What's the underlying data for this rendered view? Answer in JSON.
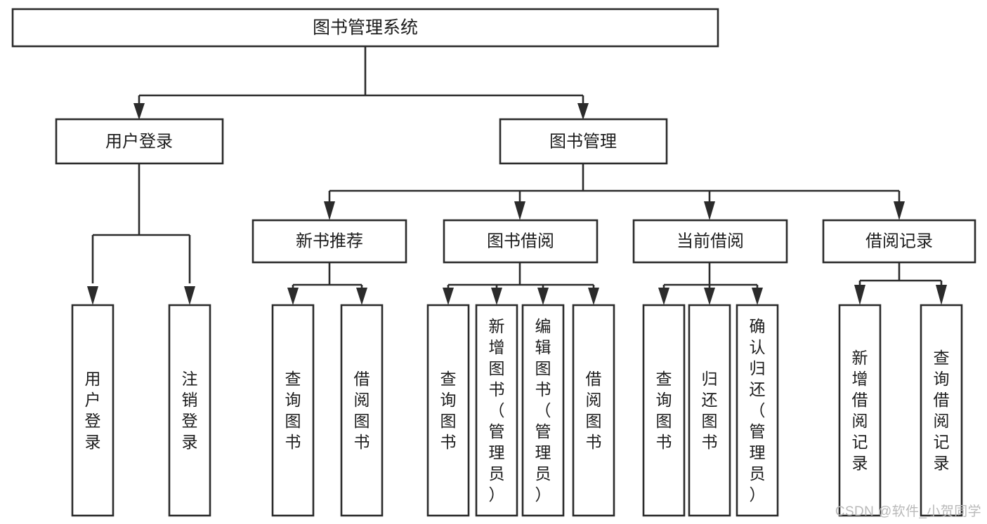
{
  "page": {
    "title": "图书管理系统",
    "watermark": "CSDN @软件_小贺同学",
    "colors": {
      "background": "#ffffff",
      "stroke": "#2b2b2b",
      "text": "#1c1c1c",
      "watermark": "#b9b9b9"
    }
  },
  "diagram": {
    "type": "tree",
    "orientation": "top-down",
    "root": {
      "id": "root",
      "label": "图书管理系统"
    },
    "level2": [
      {
        "id": "user-login",
        "label": "用户登录"
      },
      {
        "id": "book-management",
        "label": "图书管理"
      }
    ],
    "level3": [
      {
        "id": "new-book-recommend",
        "label": "新书推荐",
        "parent": "book-management"
      },
      {
        "id": "book-borrow",
        "label": "图书借阅",
        "parent": "book-management"
      },
      {
        "id": "current-borrow",
        "label": "当前借阅",
        "parent": "book-management"
      },
      {
        "id": "borrow-record",
        "label": "借阅记录",
        "parent": "book-management"
      }
    ],
    "leaves": [
      {
        "id": "leaf-user-login",
        "label": "用户登录",
        "parent": "user-login"
      },
      {
        "id": "leaf-logout-login",
        "label": "注销登录",
        "parent": "user-login"
      },
      {
        "id": "leaf-query-book-1",
        "label": "查询图书",
        "parent": "new-book-recommend"
      },
      {
        "id": "leaf-borrow-book-1",
        "label": "借阅图书",
        "parent": "new-book-recommend"
      },
      {
        "id": "leaf-query-book-2",
        "label": "查询图书",
        "parent": "book-borrow"
      },
      {
        "id": "leaf-add-book",
        "label": "新增图书（管理员）",
        "parent": "book-borrow"
      },
      {
        "id": "leaf-edit-book",
        "label": "编辑图书（管理员）",
        "parent": "book-borrow"
      },
      {
        "id": "leaf-borrow-book-2",
        "label": "借阅图书",
        "parent": "book-borrow"
      },
      {
        "id": "leaf-query-book-3",
        "label": "查询图书",
        "parent": "current-borrow"
      },
      {
        "id": "leaf-return-book",
        "label": "归还图书",
        "parent": "current-borrow"
      },
      {
        "id": "leaf-confirm-return",
        "label": "确认归还（管理员）",
        "parent": "current-borrow"
      },
      {
        "id": "leaf-add-record",
        "label": "新增借阅记录",
        "parent": "borrow-record"
      },
      {
        "id": "leaf-query-record",
        "label": "查询借阅记录",
        "parent": "borrow-record"
      }
    ]
  }
}
